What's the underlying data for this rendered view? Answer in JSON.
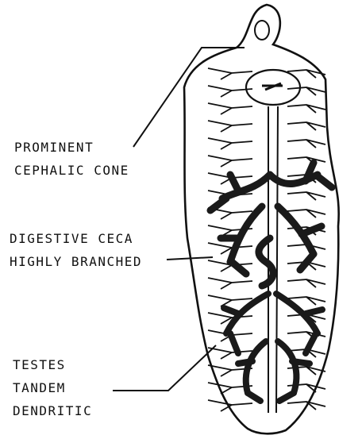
{
  "labels": {
    "cephalic_cone": [
      "PROMINENT",
      "CEPHALIC CONE"
    ],
    "digestive_ceca": [
      "DIGESTIVE CECA",
      "HIGHLY BRANCHED"
    ],
    "testes": [
      "TESTES",
      "TANDEM",
      "DENDRITIC"
    ]
  },
  "colors": {
    "ink": "#111111",
    "background": "#ffffff"
  }
}
